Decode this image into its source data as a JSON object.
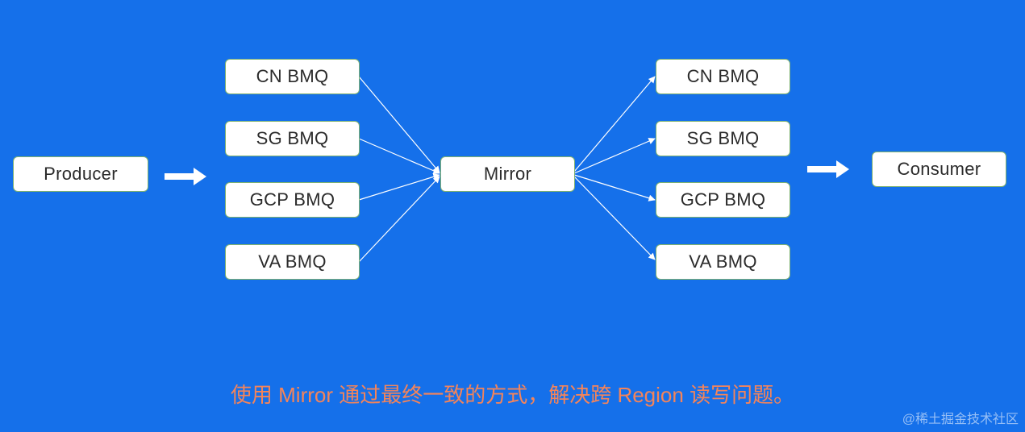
{
  "diagram": {
    "producer": {
      "label": "Producer"
    },
    "left_bmqs": [
      {
        "label": "CN BMQ"
      },
      {
        "label": "SG BMQ"
      },
      {
        "label": "GCP BMQ"
      },
      {
        "label": "VA BMQ"
      }
    ],
    "mirror": {
      "label": "Mirror"
    },
    "right_bmqs": [
      {
        "label": "CN BMQ"
      },
      {
        "label": "SG BMQ"
      },
      {
        "label": "GCP BMQ"
      },
      {
        "label": "VA BMQ"
      }
    ],
    "consumer": {
      "label": "Consumer"
    },
    "caption": "使用 Mirror 通过最终一致的方式，解决跨 Region 读写问题。",
    "watermark": "@稀土掘金技术社区"
  },
  "colors": {
    "background": "#1570ea",
    "node_fill": "#ffffff",
    "node_border": "#7db16f",
    "edge": "#ffffff",
    "caption": "#f4845a"
  }
}
